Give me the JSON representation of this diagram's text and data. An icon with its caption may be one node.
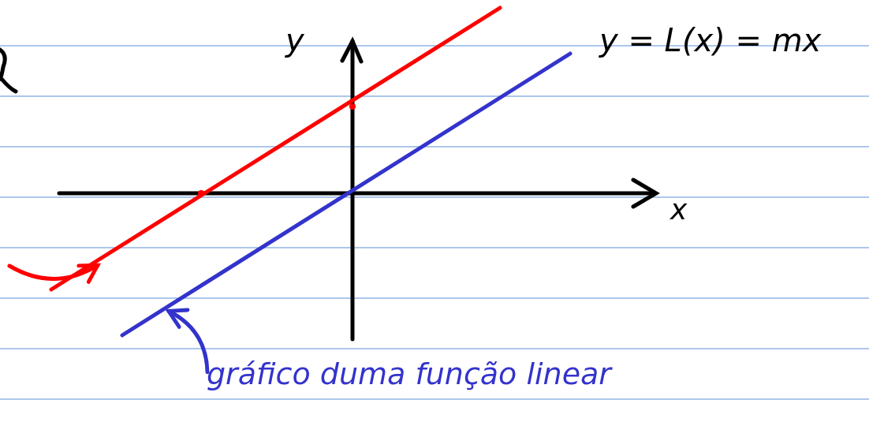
{
  "diagram": {
    "nodes": [
      {
        "text": [],
        "shape": "line"
      },
      {
        "text": [],
        "shape": "line"
      },
      {
        "text": [
          "gráfico duma função linear"
        ]
      }
    ],
    "edges": [
      {
        "from": 2,
        "to": 1,
        "arrow": "to",
        "color": "#3333cc"
      },
      {
        "from": null,
        "to": 0,
        "arrow": "to",
        "color": "#ff0000"
      }
    ],
    "labels": [
      "y",
      "y = L(x) = mx",
      "x"
    ]
  }
}
